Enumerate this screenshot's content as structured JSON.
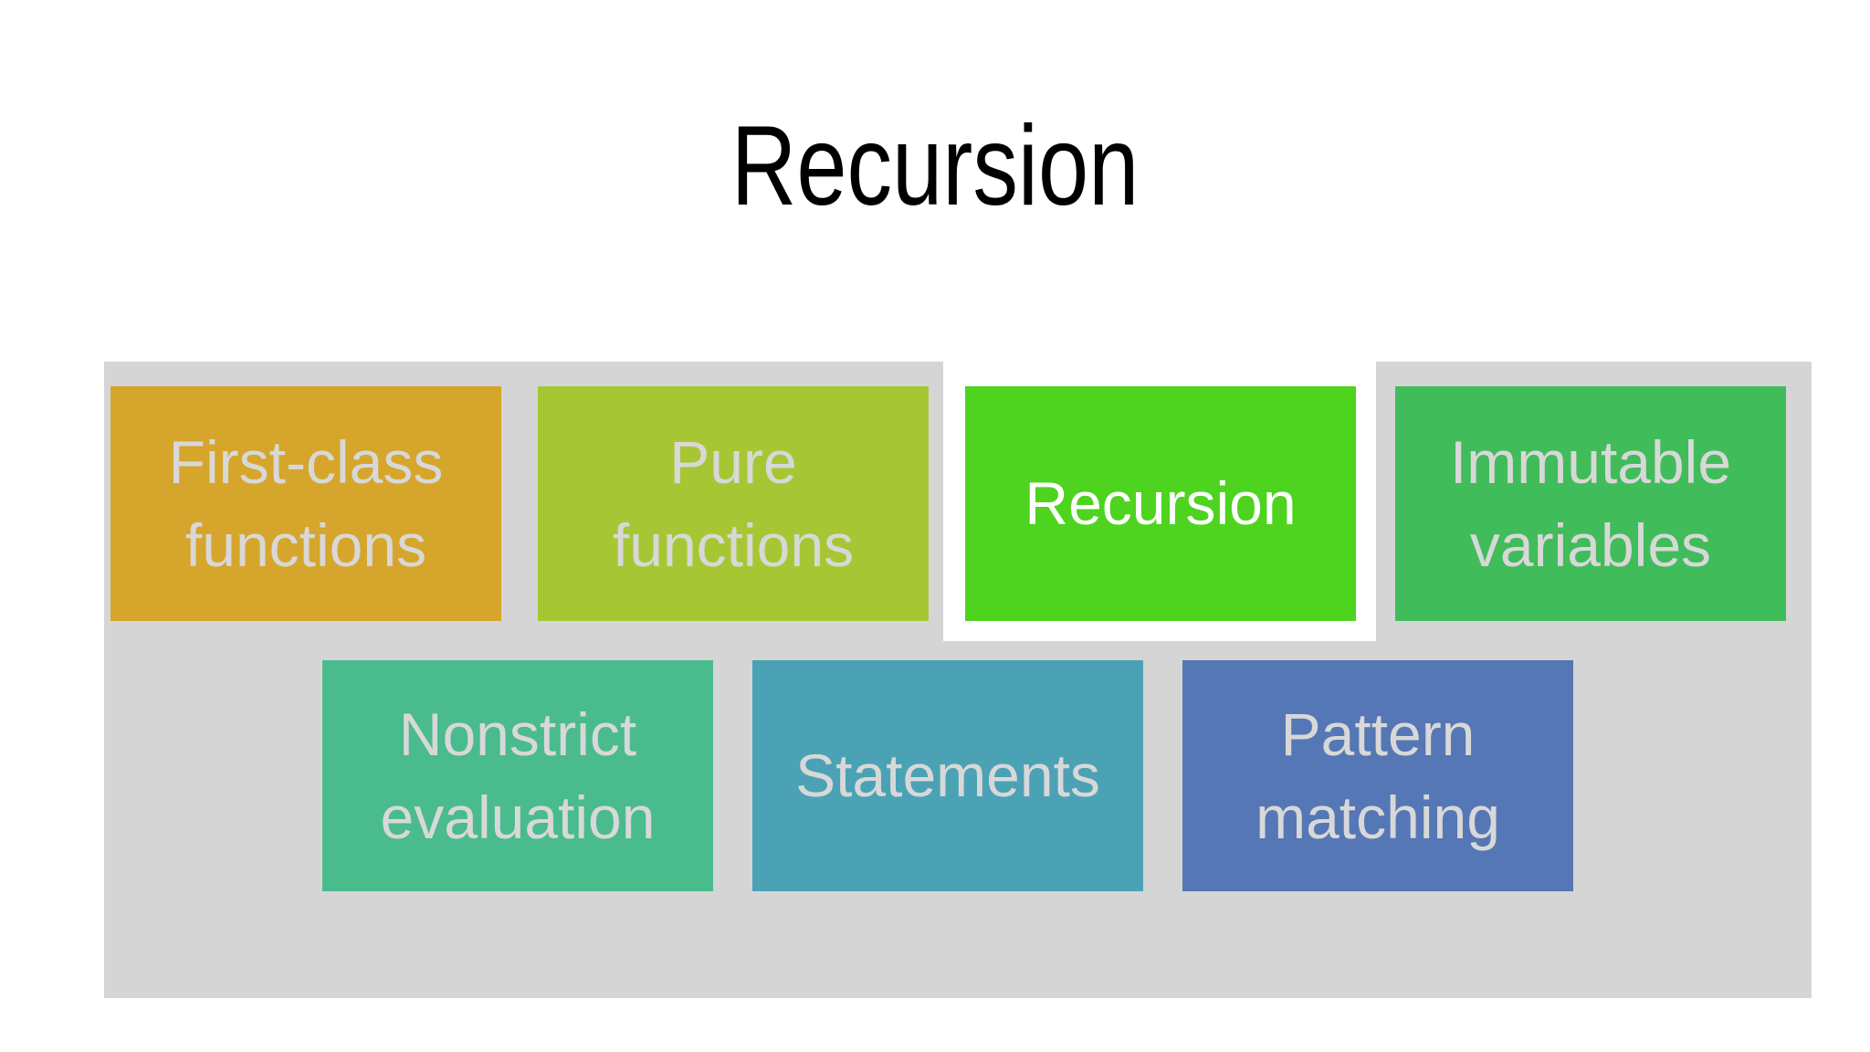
{
  "slide": {
    "title": "Recursion",
    "title_color": "#000000",
    "background_color": "#FFFFFF",
    "panel_color": "#D5D5D6",
    "highlight_halo_color": "#FFFFFF",
    "default_label_color": "#D8D8D8",
    "boxes": [
      {
        "id": "first-class-functions",
        "label": "First-class functions",
        "color": "#D6A52B",
        "text_color": "#D8D8D8",
        "row": 1,
        "highlighted": false
      },
      {
        "id": "pure-functions",
        "label": "Pure functions",
        "color": "#A6C733",
        "text_color": "#D8D8D8",
        "row": 1,
        "highlighted": false
      },
      {
        "id": "recursion",
        "label": "Recursion",
        "color": "#4ED31F",
        "text_color": "#FFFFFF",
        "row": 1,
        "highlighted": true
      },
      {
        "id": "immutable-variables",
        "label": "Immutable variables",
        "color": "#41BC5B",
        "text_color": "#D8D8D8",
        "row": 1,
        "highlighted": false
      },
      {
        "id": "nonstrict-evaluation",
        "label": "Nonstrict evaluation",
        "color": "#4ABB8D",
        "text_color": "#D8D8D8",
        "row": 2,
        "highlighted": false
      },
      {
        "id": "statements",
        "label": "Statements",
        "color": "#4BA2B5",
        "text_color": "#D8D8D8",
        "row": 2,
        "highlighted": false
      },
      {
        "id": "pattern-matching",
        "label": "Pattern matching",
        "color": "#5677B5",
        "text_color": "#D8D8D8",
        "row": 2,
        "highlighted": false
      }
    ]
  }
}
